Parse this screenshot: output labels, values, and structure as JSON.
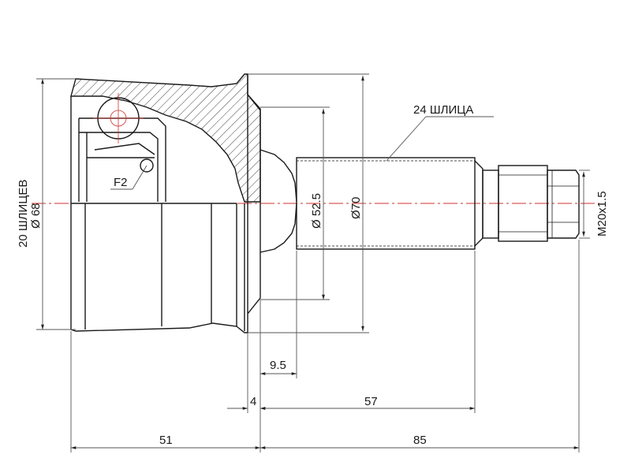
{
  "labels": {
    "splines_inner": "20 ШЛИЦЕВ",
    "dia_outer": "Ø 68",
    "splines_outer": "24 ШЛИЦА",
    "dia_shaft": "Ø 52.5",
    "dia_flange": "Ø70",
    "thread": "M20x1.5",
    "section": "F2"
  },
  "dimensions": {
    "d_9_5": "9.5",
    "d_4": "4",
    "d_57": "57",
    "d_51": "51",
    "d_85": "85"
  },
  "colors": {
    "line": "#1a1a1a",
    "dim": "#555555",
    "center": "#d03030",
    "hatch": "#333333"
  }
}
